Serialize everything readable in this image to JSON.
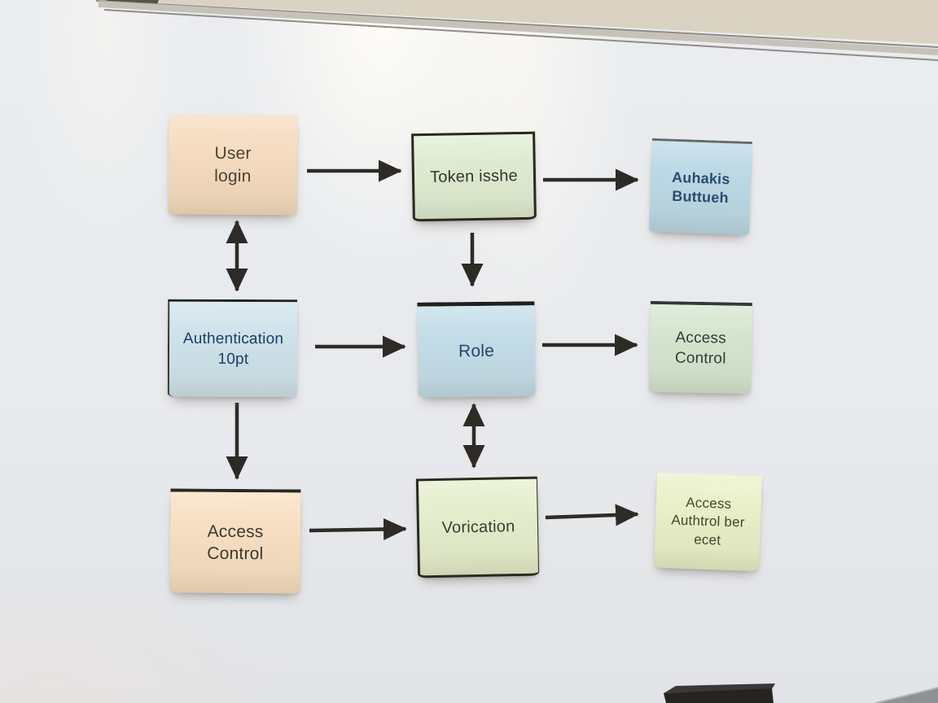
{
  "notes": [
    {
      "id": "user-login",
      "label": "User\nlogin",
      "bg": "#f6dcc0",
      "text_color": "#4c4236"
    },
    {
      "id": "token-issue",
      "label": "Token isshe",
      "bg": "#e0ecd2",
      "text_color": "#35352e"
    },
    {
      "id": "auth-button",
      "label": "Auhakis\nButtueh",
      "bg": "#bcd9e6",
      "text_color": "#2a4a70"
    },
    {
      "id": "authentication",
      "label": "Authentication\n10pt",
      "bg": "#cfe3ec",
      "text_color": "#1d3e66"
    },
    {
      "id": "role",
      "label": "Role",
      "bg": "#c4dde9",
      "text_color": "#26466e"
    },
    {
      "id": "access-control-right",
      "label": "Access\nControl",
      "bg": "#d5e6cf",
      "text_color": "#35393a"
    },
    {
      "id": "access-control-left",
      "label": "Access\nControl",
      "bg": "#f8dfc3",
      "text_color": "#3f382c"
    },
    {
      "id": "vorication",
      "label": "Vorication",
      "bg": "#e5eecd",
      "text_color": "#3b3c2e"
    },
    {
      "id": "access-authtrol",
      "label": "Access\nAuthtrol ber\necet",
      "bg": "#eaf0c8",
      "text_color": "#45452c"
    }
  ],
  "arrows": [
    {
      "from": "user-login",
      "to": "token-issue",
      "direction": "right",
      "double": false
    },
    {
      "from": "token-issue",
      "to": "auth-button",
      "direction": "right",
      "double": false
    },
    {
      "from": "user-login",
      "to": "authentication",
      "direction": "vertical",
      "double": true
    },
    {
      "from": "token-issue",
      "to": "role",
      "direction": "down",
      "double": false
    },
    {
      "from": "authentication",
      "to": "role",
      "direction": "right",
      "double": false
    },
    {
      "from": "role",
      "to": "access-control-right",
      "direction": "right",
      "double": false
    },
    {
      "from": "authentication",
      "to": "access-control-left",
      "direction": "down",
      "double": false
    },
    {
      "from": "role",
      "to": "vorication",
      "direction": "vertical",
      "double": true
    },
    {
      "from": "access-control-left",
      "to": "vorication",
      "direction": "right",
      "double": false
    },
    {
      "from": "vorication",
      "to": "access-authtrol",
      "direction": "right",
      "double": false
    }
  ],
  "colors": {
    "arrow": "#2e2b27",
    "board": "#e8eaed",
    "wall": "#dad3c3",
    "frame": "#c6c2ba",
    "eraser": "#262422"
  }
}
